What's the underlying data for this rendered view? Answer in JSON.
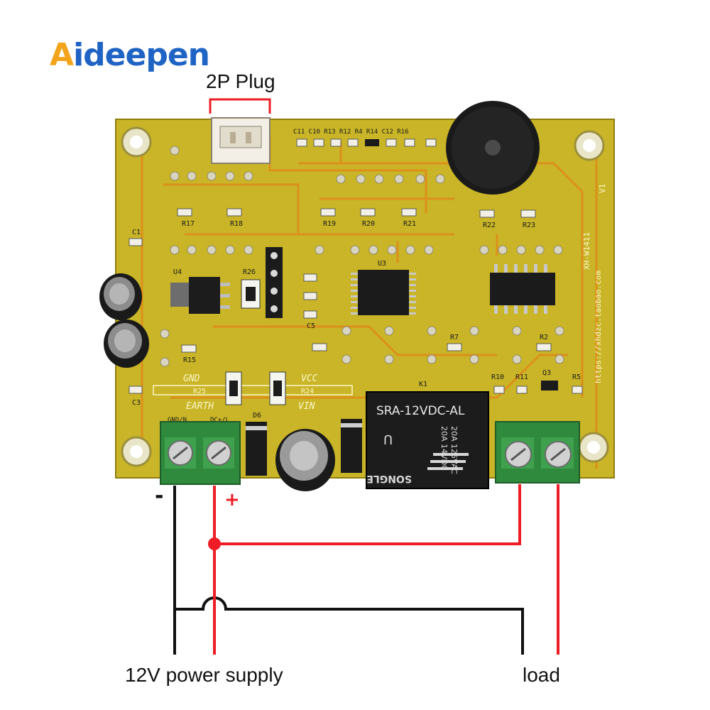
{
  "brand": {
    "first_letter": "A",
    "rest": "ideepen"
  },
  "labels": {
    "plug": "2P Plug",
    "power_supply": "12V power supply",
    "load": "load",
    "minus": "-",
    "plus": "+"
  },
  "relay": {
    "model": "SRA-12VDC-AL",
    "rating_1": "20A 125VAC",
    "rating_2": "20A 14VDC",
    "maker": "SONGLE"
  },
  "silkscreen": {
    "gnd": "GND",
    "vcc": "VCC",
    "earth": "EARTH",
    "vin": "VIN",
    "r25": "R25",
    "r24": "R24",
    "u4": "U4",
    "r26": "R26",
    "u3": "U3",
    "c1": "C1",
    "r17": "R17",
    "r18": "R18",
    "r19": "R19",
    "r20": "R20",
    "r21": "R21",
    "r22": "R22",
    "r23": "R23",
    "r15": "R15",
    "r7": "R7",
    "r2": "R2",
    "r10": "R10",
    "r11": "R11",
    "r5": "R5",
    "q3": "Q3",
    "d6": "D6",
    "c5": "C5",
    "c3": "C3",
    "k1": "K1",
    "gnd_n": "GND/N",
    "dc": "DC+/L",
    "top_parts": "C11 C10 R13 R12 R4 R14 C12 R16",
    "url": "https://xhdzc.taobao.com",
    "model": "XH-W1411",
    "version": "V1"
  },
  "colors": {
    "brand_orange": "#f3a41b",
    "brand_blue": "#1f64c4",
    "pcb": "#c9b527",
    "trace": "#e08a1a",
    "terminal": "#2f8a3d",
    "wire_red": "#ee1c25",
    "wire_black": "#111111",
    "relay": "#1c1c1c"
  }
}
